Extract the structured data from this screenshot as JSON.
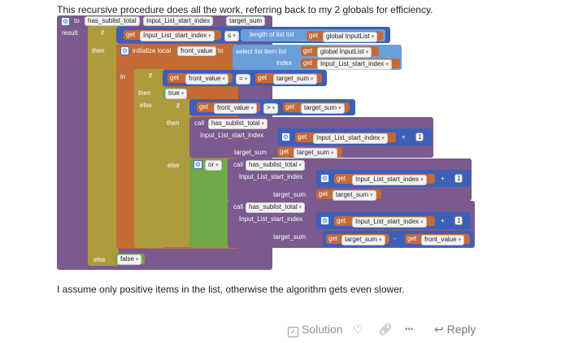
{
  "post": {
    "intro": "This recursive procedure does all the work, referring back to my 2 globals for efficiency.",
    "outro": "I assume only positive items in the list, otherwise the algorithm gets even slower."
  },
  "code": {
    "to": "to",
    "proc_name": "has_sublist_total",
    "param1": "Input_List_start_index",
    "param2": "target_sum",
    "result": "result",
    "if": "if",
    "then": "then",
    "else": "else",
    "get": "get",
    "lte": "≤",
    "gt": ">",
    "eq": "=",
    "plus": "+",
    "minus": "-",
    "or": "or",
    "length_of_list": "length of list  list",
    "global_inputlist": "global InputList",
    "initialize_local": "initialize local",
    "front_value": "front_value",
    "to_kw": "to",
    "select_list_item": "select list item  list",
    "index": "index",
    "in": "in",
    "true": "true",
    "false": "false",
    "call": "call",
    "arg_start_index": "Input_List_start_index",
    "arg_target_sum": "target_sum",
    "one": "1"
  },
  "footer": {
    "solution": "Solution",
    "reply": "Reply",
    "more": "•••"
  },
  "colors": {
    "procedure": "#7a5a8f",
    "control": "#ad9b3d",
    "variable": "#c46a35",
    "list": "#6b9fd9",
    "math": "#3d5fb7",
    "logic": "#6fa846"
  }
}
